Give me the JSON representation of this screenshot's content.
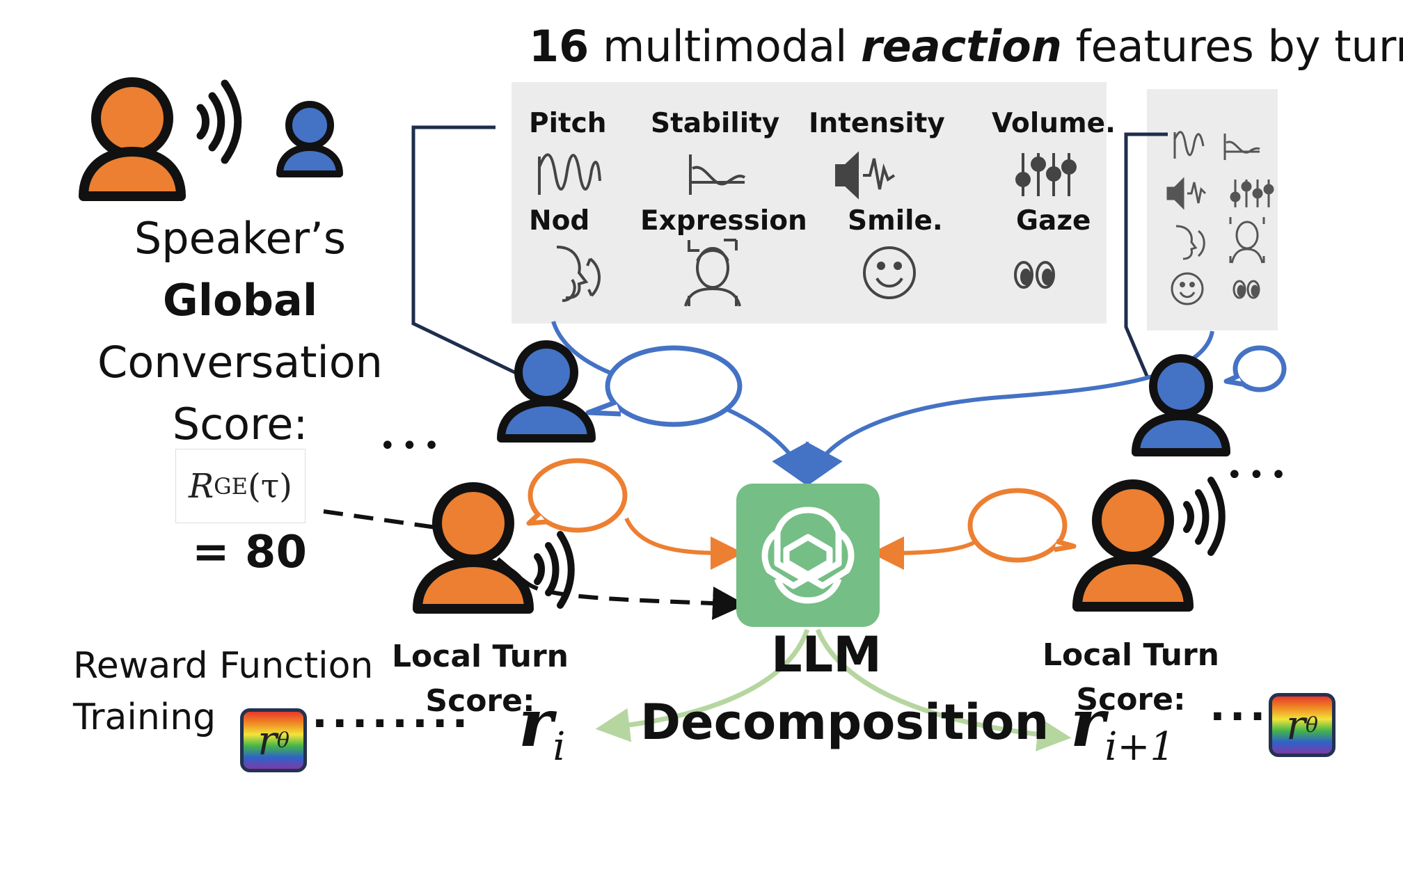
{
  "title": {
    "prefix": "16",
    "mid": " multimodal ",
    "emph": "reaction",
    "suffix": " features by turn"
  },
  "features": [
    {
      "label": "Pitch",
      "icon": "pitch-waveform-icon"
    },
    {
      "label": "Stability",
      "icon": "stability-curve-icon"
    },
    {
      "label": "Intensity",
      "icon": "speaker-intensity-icon"
    },
    {
      "label": "Volume.",
      "icon": "volume-sliders-icon"
    },
    {
      "label": "Nod",
      "icon": "head-nod-icon"
    },
    {
      "label": "Expression",
      "icon": "face-expression-icon"
    },
    {
      "label": "Smile.",
      "icon": "smiley-icon"
    },
    {
      "label": "Gaze",
      "icon": "eyes-gaze-icon"
    }
  ],
  "left": {
    "line1": "Speaker’s",
    "line2": "Global",
    "line3": "Conversation",
    "line4": "Score:",
    "score_symbol": "R",
    "score_sub": "GE",
    "score_arg": "(τ)",
    "equals": "= 80"
  },
  "ellipsis_left": "•••",
  "ellipsis_right": "•••",
  "local_left": {
    "line1": "Local Turn",
    "line2": "Score:",
    "math": "r",
    "sub": "i"
  },
  "local_right": {
    "line1": "Local Turn",
    "line2": "Score:",
    "math": "r",
    "sub": "i+1"
  },
  "llm": {
    "line1": "LLM",
    "line2": "Decomposition"
  },
  "reward": {
    "line1": "Reward Function",
    "line2": "Training",
    "symbol": "r",
    "sub": "θ"
  },
  "dots": "........",
  "dots_short": "...",
  "colors": {
    "orange": "#ec7f31",
    "blue": "#4472c4",
    "navy": "#1f2d4d",
    "llm_green": "#75be86",
    "arrow_green": "#b6d6a0"
  }
}
